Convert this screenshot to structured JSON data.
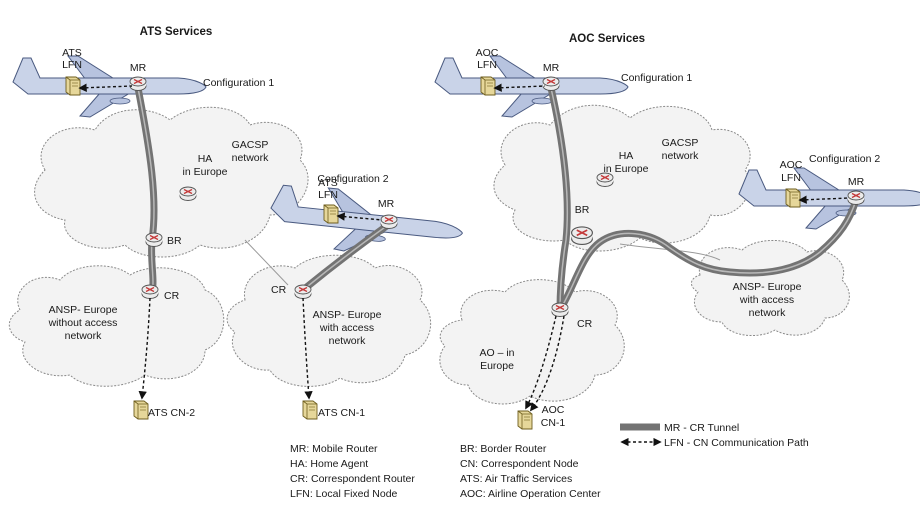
{
  "ats": {
    "title": "ATS Services",
    "config1": "Configuration 1",
    "config2": "Configuration 2",
    "lfn1_line1": "ATS",
    "lfn1_line2": "LFN",
    "mr1": "MR",
    "ha_line1": "HA",
    "ha_line2": "in Europe",
    "gacsp_line1": "GACSP",
    "gacsp_line2": "network",
    "br": "BR",
    "cr1": "CR",
    "ansp1_line1": "ANSP- Europe",
    "ansp1_line2": "without access",
    "ansp1_line3": "network",
    "cn2": "ATS CN-2",
    "lfn2_line1": "ATS",
    "lfn2_line2": "LFN",
    "mr2": "MR",
    "cr2": "CR",
    "ansp2_line1": "ANSP- Europe",
    "ansp2_line2": "with access",
    "ansp2_line3": "network",
    "cn1": "ATS CN-1"
  },
  "aoc": {
    "title": "AOC Services",
    "config1": "Configuration 1",
    "config2": "Configuration 2",
    "lfn1_line1": "AOC",
    "lfn1_line2": "LFN",
    "mr1": "MR",
    "ha_line1": "HA",
    "ha_line2": "in Europe",
    "gacsp_line1": "GACSP",
    "gacsp_line2": "network",
    "br": "BR",
    "cr": "CR",
    "ao_line1": "AO – in",
    "ao_line2": "Europe",
    "lfn2_line1": "AOC",
    "lfn2_line2": "LFN",
    "mr2": "MR",
    "ansp_line1": "ANSP- Europe",
    "ansp_line2": "with access",
    "ansp_line3": "network",
    "cn_line1": "AOC",
    "cn_line2": "CN-1"
  },
  "legend": {
    "tunnel": "MR - CR Tunnel",
    "path": "LFN - CN Communication Path"
  },
  "abbreviations": {
    "left": [
      "MR: Mobile Router",
      "HA: Home Agent",
      "CR: Correspondent Router",
      "LFN: Local Fixed Node"
    ],
    "right": [
      "BR: Border Router",
      "CN: Correspondent Node",
      "ATS: Air Traffic Services",
      "AOC: Airline Operation Center"
    ]
  }
}
